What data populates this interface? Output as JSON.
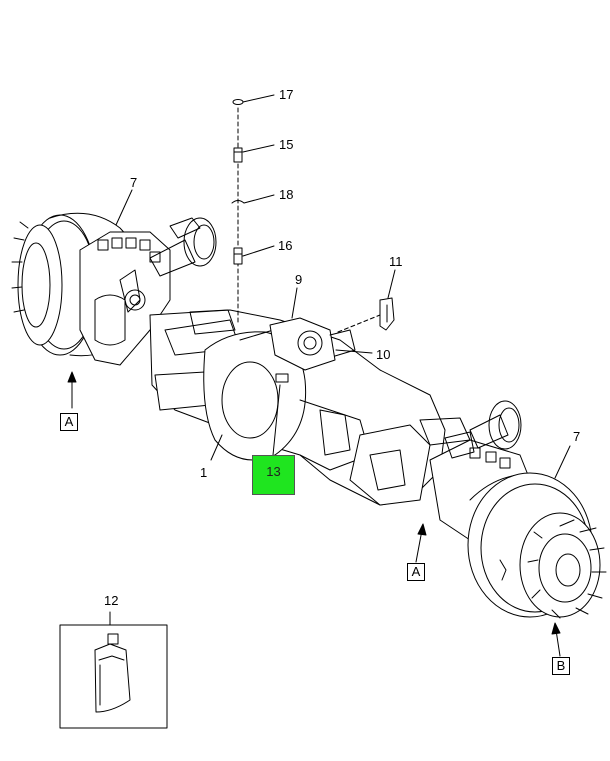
{
  "callouts": {
    "c1": "1",
    "c7a": "7",
    "c7b": "7",
    "c9": "9",
    "c10": "10",
    "c11": "11",
    "c12": "12",
    "c13": "13",
    "c15": "15",
    "c16": "16",
    "c17": "17",
    "c18": "18"
  },
  "views": {
    "a_left": "A",
    "a_right": "A",
    "b_right": "B"
  },
  "highlight": {
    "color": "#1fe51f",
    "part": "13"
  }
}
